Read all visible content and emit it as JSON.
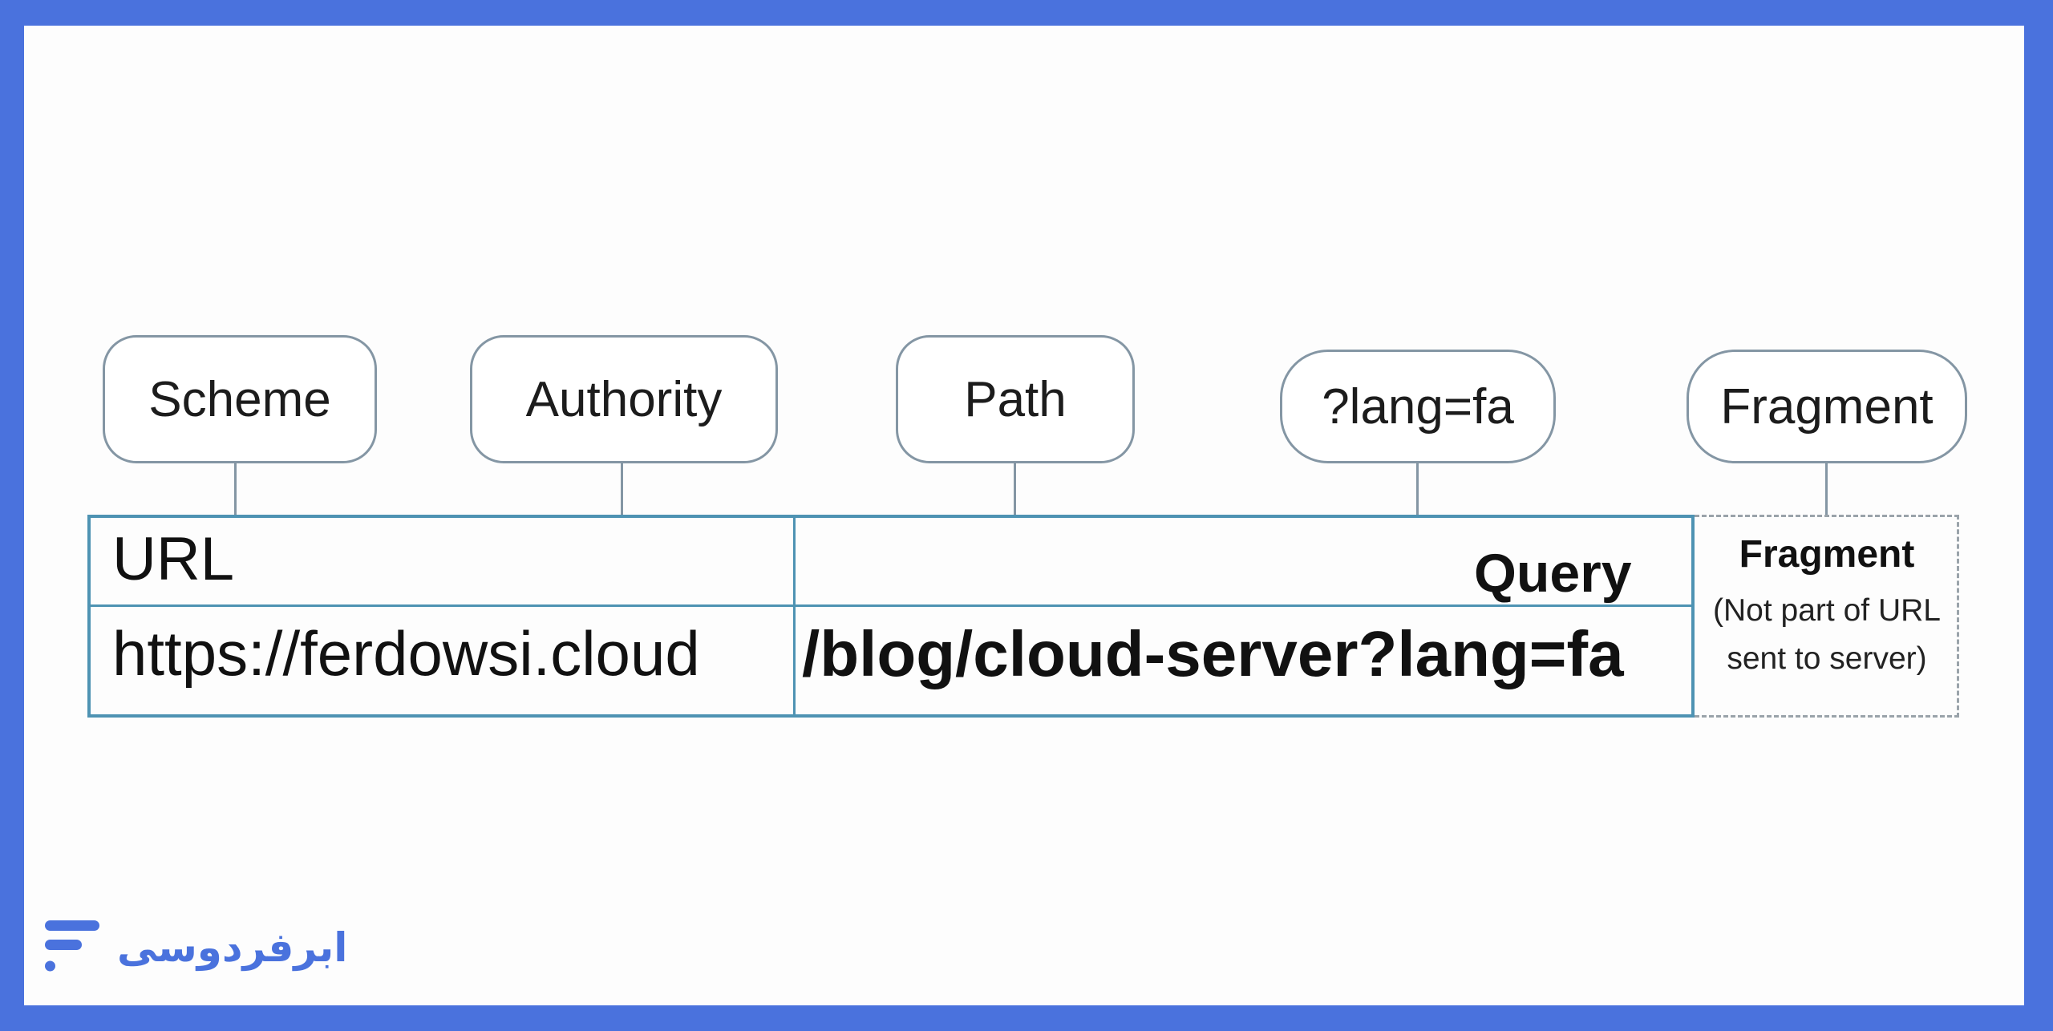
{
  "callouts": {
    "scheme": "Scheme",
    "authority": "Authority",
    "path": "Path",
    "query": "?lang=fa",
    "fragment": "Fragment"
  },
  "url_box": {
    "title": "URL",
    "query_label": "Query",
    "scheme_authority": "https://ferdowsi.cloud",
    "path_query": "/blog/cloud-server?lang=fa"
  },
  "fragment_box": {
    "title": "Fragment",
    "note": "(Not part of URL sent to server)"
  },
  "brand": {
    "name": "ابرفردوسی",
    "icon": "ferdowsi-logo-icon"
  },
  "colors": {
    "frame": "#4a72dd",
    "url_border": "#4e93b3",
    "callout_border": "#8496a4",
    "brand": "#4a72dd"
  }
}
